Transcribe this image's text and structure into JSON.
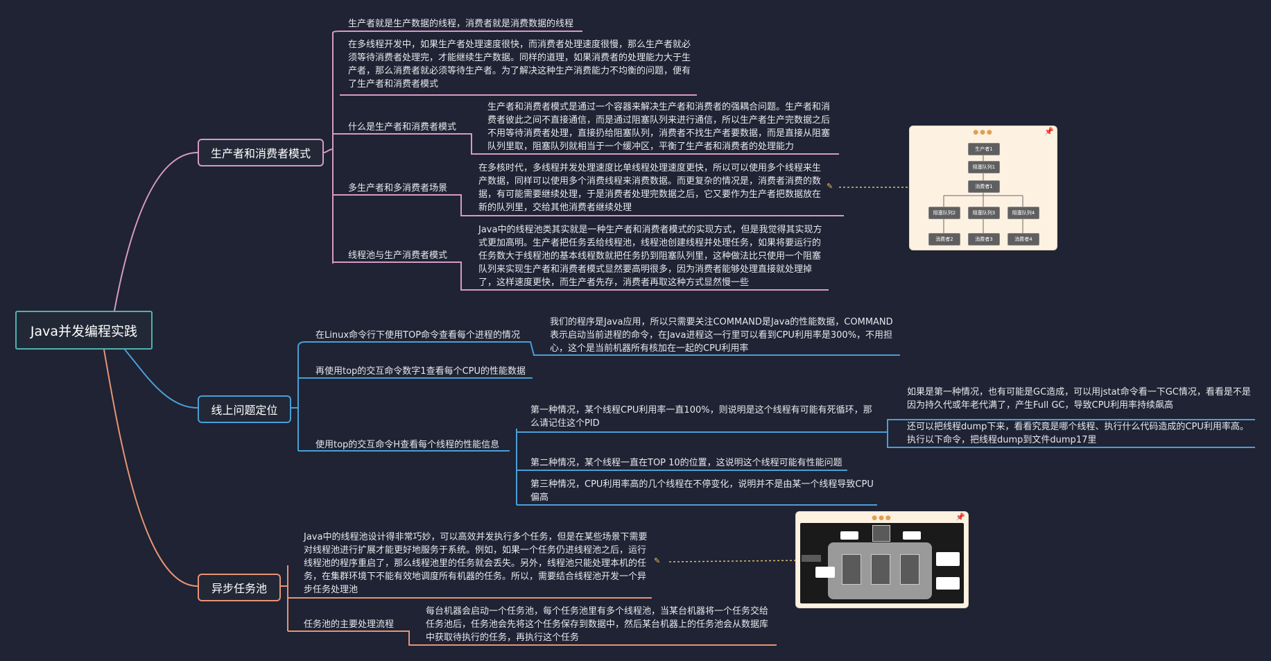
{
  "root": {
    "label": "Java并发编程实践"
  },
  "branches": {
    "pc": {
      "label": "生产者和消费者模式"
    },
    "online": {
      "label": "线上问题定位"
    },
    "async": {
      "label": "异步任务池"
    }
  },
  "pc": {
    "def": "生产者就是生产数据的线程，消费者就是消费数据的线程",
    "why": "在多线程开发中，如果生产者处理速度很快，而消费者处理速度很慢，那么生产者就必须等待消费者处理完，才能继续生产数据。同样的道理，如果消费者的处理能力大于生产者，那么消费者就必须等待生产者。为了解决这种生产消费能力不均衡的问题，便有了生产者和消费者模式",
    "what_label": "什么是生产者和消费者模式",
    "what_text": "生产者和消费者模式是通过一个容器来解决生产者和消费者的强耦合问题。生产者和消费者彼此之间不直接通信，而是通过阻塞队列来进行通信，所以生产者生产完数据之后不用等待消费者处理，直接扔给阻塞队列，消费者不找生产者要数据，而是直接从阻塞队列里取，阻塞队列就相当于一个缓冲区，平衡了生产者和消费者的处理能力",
    "multi_label": "多生产者和多消费者场景",
    "multi_text": "在多核时代，多线程并发处理速度比单线程处理速度更快，所以可以使用多个线程来生产数据，同样可以使用多个消费线程来消费数据。而更复杂的情况是，消费者消费的数据，有可能需要继续处理，于是消费者处理完数据之后，它又要作为生产者把数据放在新的队列里，交给其他消费者继续处理",
    "pool_label": "线程池与生产消费者模式",
    "pool_text": "Java中的线程池类其实就是一种生产者和消费者模式的实现方式，但是我觉得其实现方式更加高明。生产者把任务丢给线程池，线程池创建线程并处理任务，如果将要运行的任务数大于线程池的基本线程数就把任务扔到阻塞队列里，这种做法比只使用一个阻塞队列来实现生产者和消费者模式显然要高明很多，因为消费者能够处理直接就处理掉了，这样速度更快，而生产者先存，消费者再取这种方式显然慢一些"
  },
  "flow": {
    "producer": "生产者1",
    "queue1": "阻塞队列1",
    "consumer1": "消费者1",
    "queue2": "阻塞队列2",
    "queue3": "阻塞队列3",
    "queue4": "阻塞队列4",
    "consumer2": "消费者2",
    "consumer3": "消费者3",
    "consumer4": "消费者4"
  },
  "online": {
    "top_label": "在Linux命令行下使用TOP命令查看每个进程的情况",
    "top_text": "我们的程序是Java应用，所以只需要关注COMMAND是Java的性能数据，COMMAND表示启动当前进程的命令，在Java进程这一行里可以看到CPU利用率是300%，不用担心，这个是当前机器所有核加在一起的CPU利用率",
    "cpu_label": "再使用top的交互命令数字1查看每个CPU的性能数据",
    "h_label": "使用top的交互命令H查看每个线程的性能信息",
    "case1": "第一种情况，某个线程CPU利用率一直100%，则说明是这个线程有可能有死循环，那么请记住这个PID",
    "case1_a": "如果是第一种情况，也有可能是GC造成，可以用jstat命令看一下GC情况，看看是不是因为持久代或年老代满了，产生Full GC，导致CPU利用率持续飙高",
    "case1_b": "还可以把线程dump下来，看看究竟是哪个线程、执行什么代码造成的CPU利用率高。执行以下命令，把线程dump到文件dump17里",
    "case2": "第二种情况，某个线程一直在TOP 10的位置，这说明这个线程可能有性能问题",
    "case3": "第三种情况，CPU利用率高的几个线程在不停变化，说明并不是由某一个线程导致CPU偏高"
  },
  "async": {
    "intro": "Java中的线程池设计得非常巧妙，可以高效并发执行多个任务，但是在某些场景下需要对线程池进行扩展才能更好地服务于系统。例如，如果一个任务仍进线程池之后，运行线程池的程序重启了，那么线程池里的任务就会丢失。另外，线程池只能处理本机的任务，在集群环境下不能有效地调度所有机器的任务。所以，需要结合线程池开发一个异步任务处理池",
    "flow_label": "任务池的主要处理流程",
    "flow_text": "每台机器会启动一个任务池，每个任务池里有多个线程池，当某台机器将一个任务交给任务池后，任务池会先将这个任务保存到数据中，然后某台机器上的任务池会从数据库中获取待执行的任务，再执行这个任务"
  },
  "colors": {
    "bg": "#1f2333",
    "pink": "#d89bc3",
    "blue": "#4a9fd8",
    "orange": "#e89476",
    "teal": "#4fb3b0"
  }
}
